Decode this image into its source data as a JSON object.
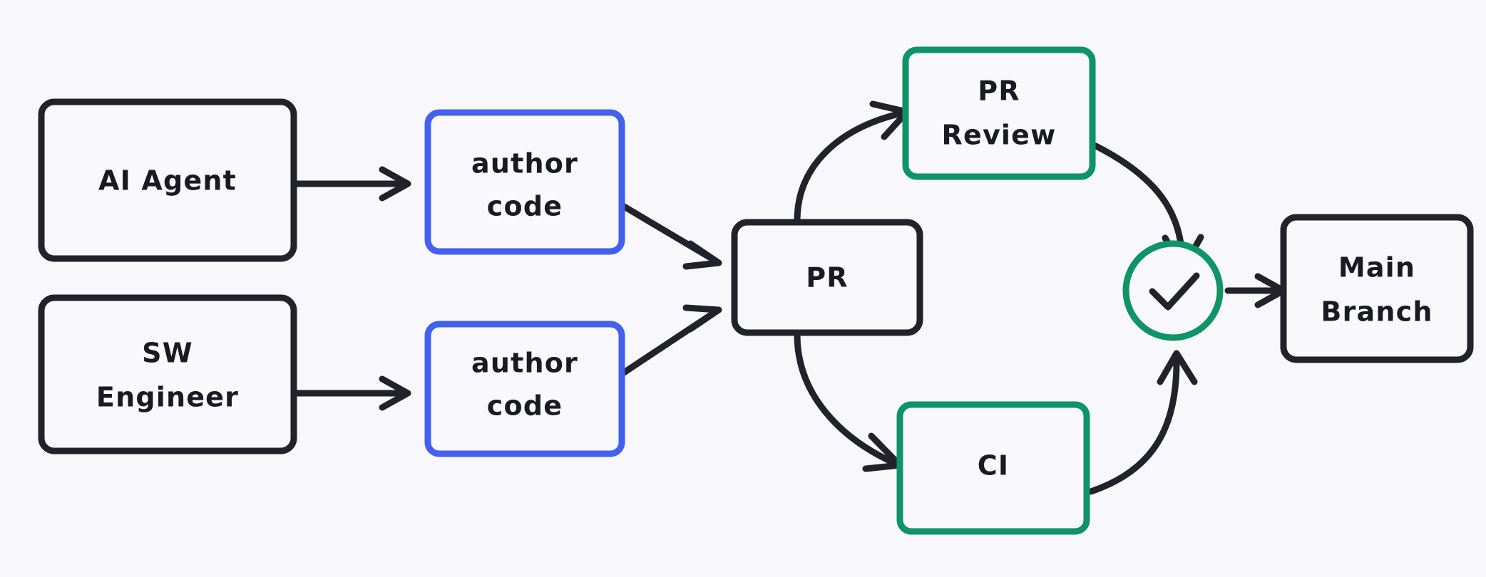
{
  "diagram": {
    "title": "AI Agent and SW Engineer code contribution workflow",
    "background_color": "#f8f7fc",
    "colors": {
      "dark": "#22222b",
      "blue": "#4361ee",
      "green": "#0e9465",
      "node_fill": "#f9f8fd"
    },
    "nodes": [
      {
        "id": "ai-agent",
        "label_lines": [
          "AI Agent"
        ],
        "style": "dark",
        "shape": "rounded-rect"
      },
      {
        "id": "sw-engineer",
        "label_lines": [
          "SW",
          "Engineer"
        ],
        "style": "dark",
        "shape": "rounded-rect"
      },
      {
        "id": "author-code-agent",
        "label_lines": [
          "author",
          "code"
        ],
        "style": "blue",
        "shape": "rounded-rect"
      },
      {
        "id": "author-code-engineer",
        "label_lines": [
          "author",
          "code"
        ],
        "style": "blue",
        "shape": "rounded-rect"
      },
      {
        "id": "pr",
        "label_lines": [
          "PR"
        ],
        "style": "dark",
        "shape": "rounded-rect"
      },
      {
        "id": "pr-review",
        "label_lines": [
          "PR",
          "Review"
        ],
        "style": "green",
        "shape": "rounded-rect"
      },
      {
        "id": "ci",
        "label_lines": [
          "CI"
        ],
        "style": "green",
        "shape": "rounded-rect"
      },
      {
        "id": "merge-gate",
        "label_lines": [],
        "style": "green",
        "shape": "circle",
        "icon": "check-icon"
      },
      {
        "id": "main-branch",
        "label_lines": [
          "Main",
          "Branch"
        ],
        "style": "dark",
        "shape": "rounded-rect"
      }
    ],
    "edges": [
      {
        "from": "ai-agent",
        "to": "author-code-agent",
        "kind": "straight"
      },
      {
        "from": "sw-engineer",
        "to": "author-code-engineer",
        "kind": "straight"
      },
      {
        "from": "author-code-agent",
        "to": "pr",
        "kind": "diagonal-down"
      },
      {
        "from": "author-code-engineer",
        "to": "pr",
        "kind": "diagonal-up"
      },
      {
        "from": "pr",
        "to": "pr-review",
        "kind": "curve-up"
      },
      {
        "from": "pr",
        "to": "ci",
        "kind": "curve-down"
      },
      {
        "from": "pr-review",
        "to": "merge-gate",
        "kind": "curve-down"
      },
      {
        "from": "ci",
        "to": "merge-gate",
        "kind": "curve-up"
      },
      {
        "from": "merge-gate",
        "to": "main-branch",
        "kind": "straight"
      }
    ],
    "labels": {
      "ai_agent": "AI Agent",
      "sw_engineer_line1": "SW",
      "sw_engineer_line2": "Engineer",
      "author_code_top_line1": "author",
      "author_code_top_line2": "code",
      "author_code_bottom_line1": "author",
      "author_code_bottom_line2": "code",
      "pr": "PR",
      "pr_review_line1": "PR",
      "pr_review_line2": "Review",
      "ci": "CI",
      "main_branch_line1": "Main",
      "main_branch_line2": "Branch"
    }
  }
}
